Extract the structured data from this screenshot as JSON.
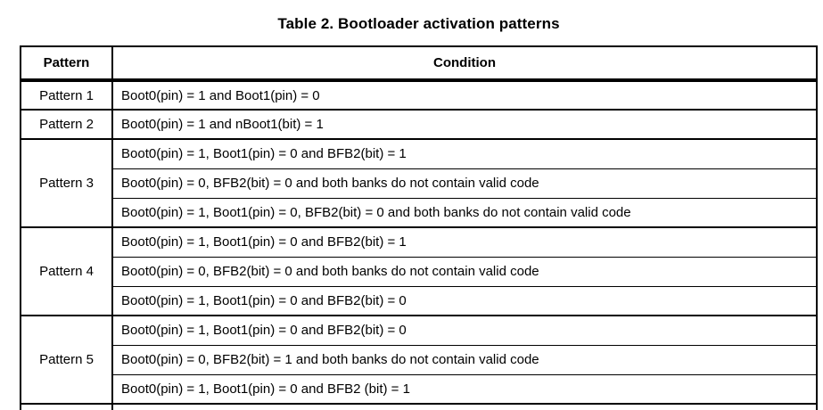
{
  "page": {
    "title": "Table 2. Bootloader activation patterns"
  },
  "colors": {
    "highlight": "#f8e112"
  },
  "table": {
    "headers": {
      "pattern": "Pattern",
      "condition": "Condition"
    },
    "groups": [
      {
        "pattern": "Pattern 1",
        "highlighted": false,
        "conditions": [
          "Boot0(pin) = 1 and Boot1(pin) = 0"
        ]
      },
      {
        "pattern": "Pattern 2",
        "highlighted": false,
        "conditions": [
          "Boot0(pin) = 1 and nBoot1(bit) = 1"
        ]
      },
      {
        "pattern": "Pattern 3",
        "highlighted": false,
        "conditions": [
          "Boot0(pin) = 1, Boot1(pin) = 0 and BFB2(bit) = 1",
          "Boot0(pin) = 0, BFB2(bit) = 0 and both banks do not contain valid code",
          "Boot0(pin) = 1, Boot1(pin) = 0, BFB2(bit) = 0 and both banks do not contain valid code"
        ]
      },
      {
        "pattern": "Pattern 4",
        "highlighted": false,
        "conditions": [
          "Boot0(pin) = 1, Boot1(pin) = 0 and BFB2(bit) = 1",
          "Boot0(pin) = 0, BFB2(bit) = 0 and both banks do not contain valid code",
          "Boot0(pin) = 1, Boot1(pin) = 0 and BFB2(bit) = 0"
        ]
      },
      {
        "pattern": "Pattern 5",
        "highlighted": true,
        "conditions": [
          "Boot0(pin) = 1, Boot1(pin) = 0 and BFB2(bit) = 0",
          "Boot0(pin) = 0, BFB2(bit) = 1 and both banks do not contain valid code",
          "Boot0(pin) = 1, Boot1(pin) = 0 and BFB2 (bit) = 1"
        ]
      }
    ]
  }
}
